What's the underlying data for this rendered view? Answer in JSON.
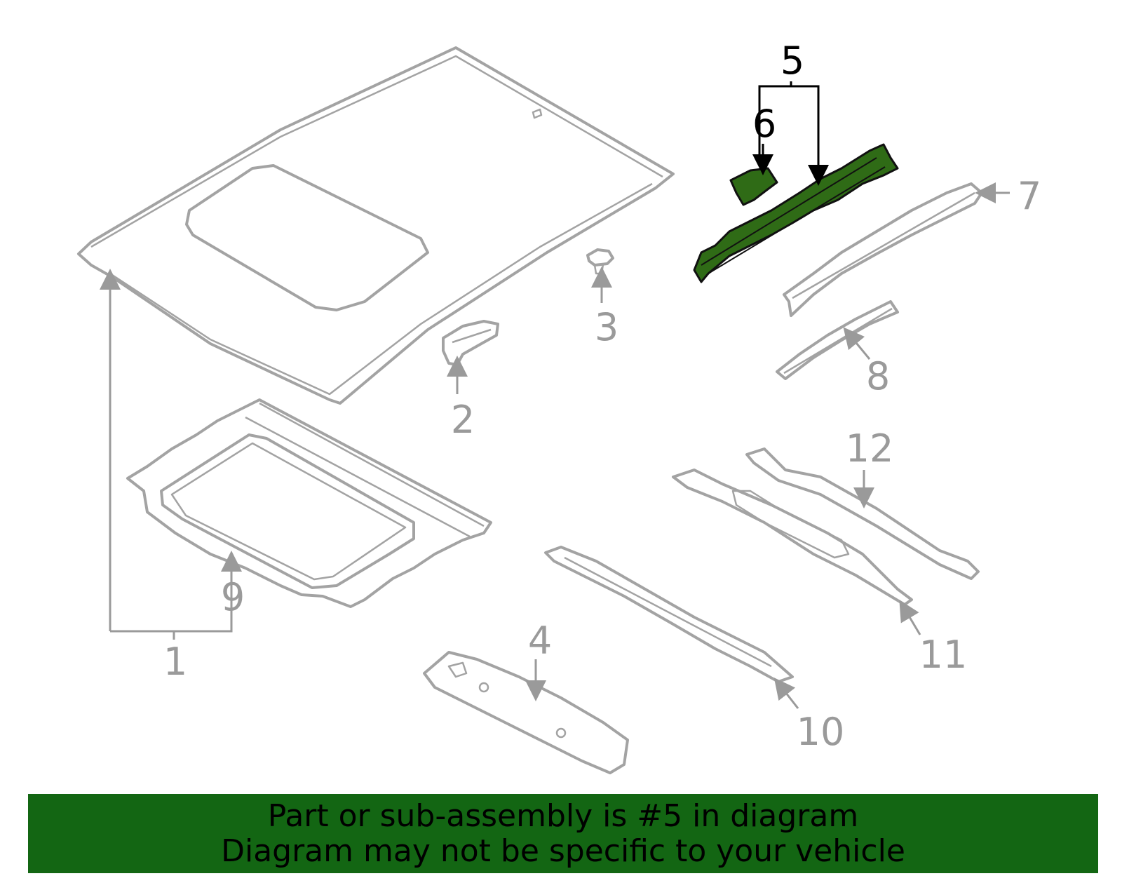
{
  "callouts": {
    "c1": "1",
    "c2": "2",
    "c3": "3",
    "c4": "4",
    "c5": "5",
    "c6": "6",
    "c7": "7",
    "c8": "8",
    "c9": "9",
    "c10": "10",
    "c11": "11",
    "c12": "12"
  },
  "banner": {
    "line1": "Part or sub-assembly is #5 in diagram",
    "line2": "Diagram may not be specific to your vehicle"
  },
  "colors": {
    "highlight": "#2f6b16",
    "banner": "#136613",
    "part_outline": "#a3a3a3"
  }
}
